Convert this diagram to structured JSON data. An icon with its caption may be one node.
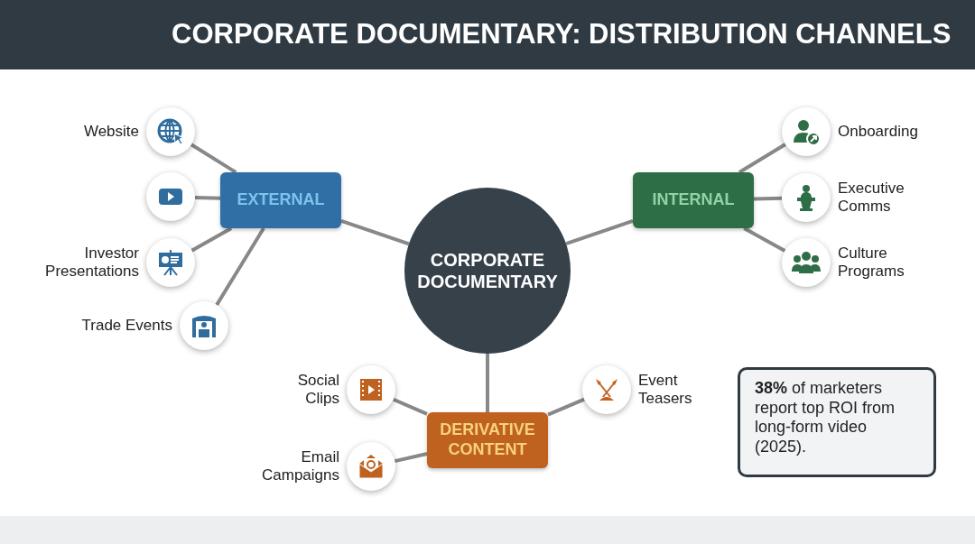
{
  "diagram": {
    "title": "CORPORATE DOCUMENTARY: **DISTRIBUTION CHANNELS**",
    "nodes": [
      {
        "text": [
          "CORPORATE DOCUMENTARY"
        ]
      },
      {
        "text": [
          "EXTERNAL"
        ]
      },
      {
        "text": [
          "INTERNAL"
        ]
      },
      {
        "text": [
          "DERIVATIVE CONTENT"
        ]
      },
      {
        "text": [],
        "shape": "circle",
        "beside": [
          "Website"
        ]
      },
      {
        "text": [],
        "shape": "circle"
      },
      {
        "text": [],
        "shape": "circle",
        "beside": [
          "Investor Presentations"
        ]
      },
      {
        "text": [],
        "shape": "circle",
        "beside": [
          "Trade Events"
        ]
      },
      {
        "text": [],
        "shape": "circle",
        "beside": [
          "Onboarding"
        ]
      },
      {
        "text": [],
        "shape": "circle",
        "beside": [
          "Executive Comms"
        ]
      },
      {
        "text": [],
        "shape": "circle",
        "beside": [
          "Culture Programs"
        ]
      },
      {
        "text": [],
        "shape": "circle",
        "beside": [
          "Social Clips"
        ]
      },
      {
        "text": [],
        "shape": "circle",
        "beside": [
          "Email Campaigns"
        ]
      },
      {
        "text": [],
        "shape": "circle",
        "beside": [
          "Event Teasers"
        ]
      },
      {
        "text": [
          "**38%** of marketers report top ROI from long-form video (2025)."
        ]
      }
    ],
    "edges": [
      {
        "from": 0,
        "to": 1,
        "arrow": "none"
      },
      {
        "from": 0,
        "to": 2,
        "arrow": "none"
      },
      {
        "from": 0,
        "to": 3,
        "arrow": "none"
      },
      {
        "from": 1,
        "to": 4,
        "arrow": "none"
      },
      {
        "from": 1,
        "to": 5,
        "arrow": "none"
      },
      {
        "from": 1,
        "to": 6,
        "arrow": "none"
      },
      {
        "from": 1,
        "to": 7,
        "arrow": "none"
      },
      {
        "from": 2,
        "to": 8,
        "arrow": "none"
      },
      {
        "from": 2,
        "to": 9,
        "arrow": "none"
      },
      {
        "from": 2,
        "to": 10,
        "arrow": "none"
      },
      {
        "from": 3,
        "to": 11,
        "arrow": "none"
      },
      {
        "from": 3,
        "to": 12,
        "arrow": "none"
      },
      {
        "from": 3,
        "to": 13,
        "arrow": "none"
      }
    ]
  }
}
